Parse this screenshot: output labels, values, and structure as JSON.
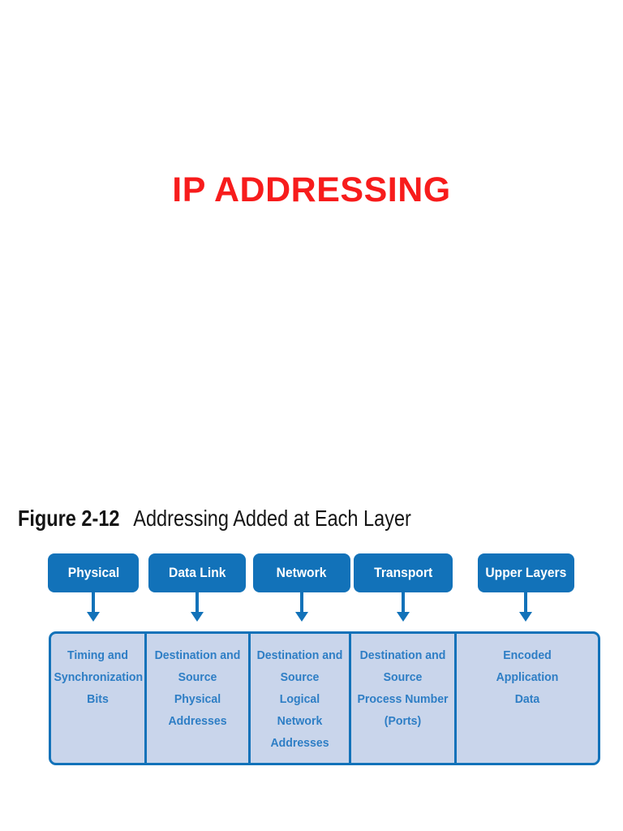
{
  "title": "IP ADDRESSING",
  "figure": {
    "label": "Figure 2-12",
    "caption": "Addressing Added at Each Layer"
  },
  "colors": {
    "title_red": "#f71c1c",
    "accent_blue": "#1272b9",
    "panel_fill": "#c9d5eb",
    "cell_text": "#2e7ec5"
  },
  "diagram": {
    "layers": [
      "Physical",
      "Data Link",
      "Network",
      "Transport",
      "Upper Layers"
    ],
    "cells": [
      {
        "layer": "Physical",
        "lines": [
          "Timing and",
          "Synchronization",
          "Bits"
        ]
      },
      {
        "layer": "Data Link",
        "lines": [
          "Destination and",
          "Source",
          "Physical",
          "Addresses"
        ]
      },
      {
        "layer": "Network",
        "lines": [
          "Destination and",
          "Source",
          "Logical",
          "Network",
          "Addresses"
        ]
      },
      {
        "layer": "Transport",
        "lines": [
          "Destination and",
          "Source",
          "Process Number",
          "(Ports)"
        ]
      },
      {
        "layer": "Upper Layers",
        "lines": [
          "Encoded",
          "Application",
          "Data"
        ]
      }
    ]
  }
}
